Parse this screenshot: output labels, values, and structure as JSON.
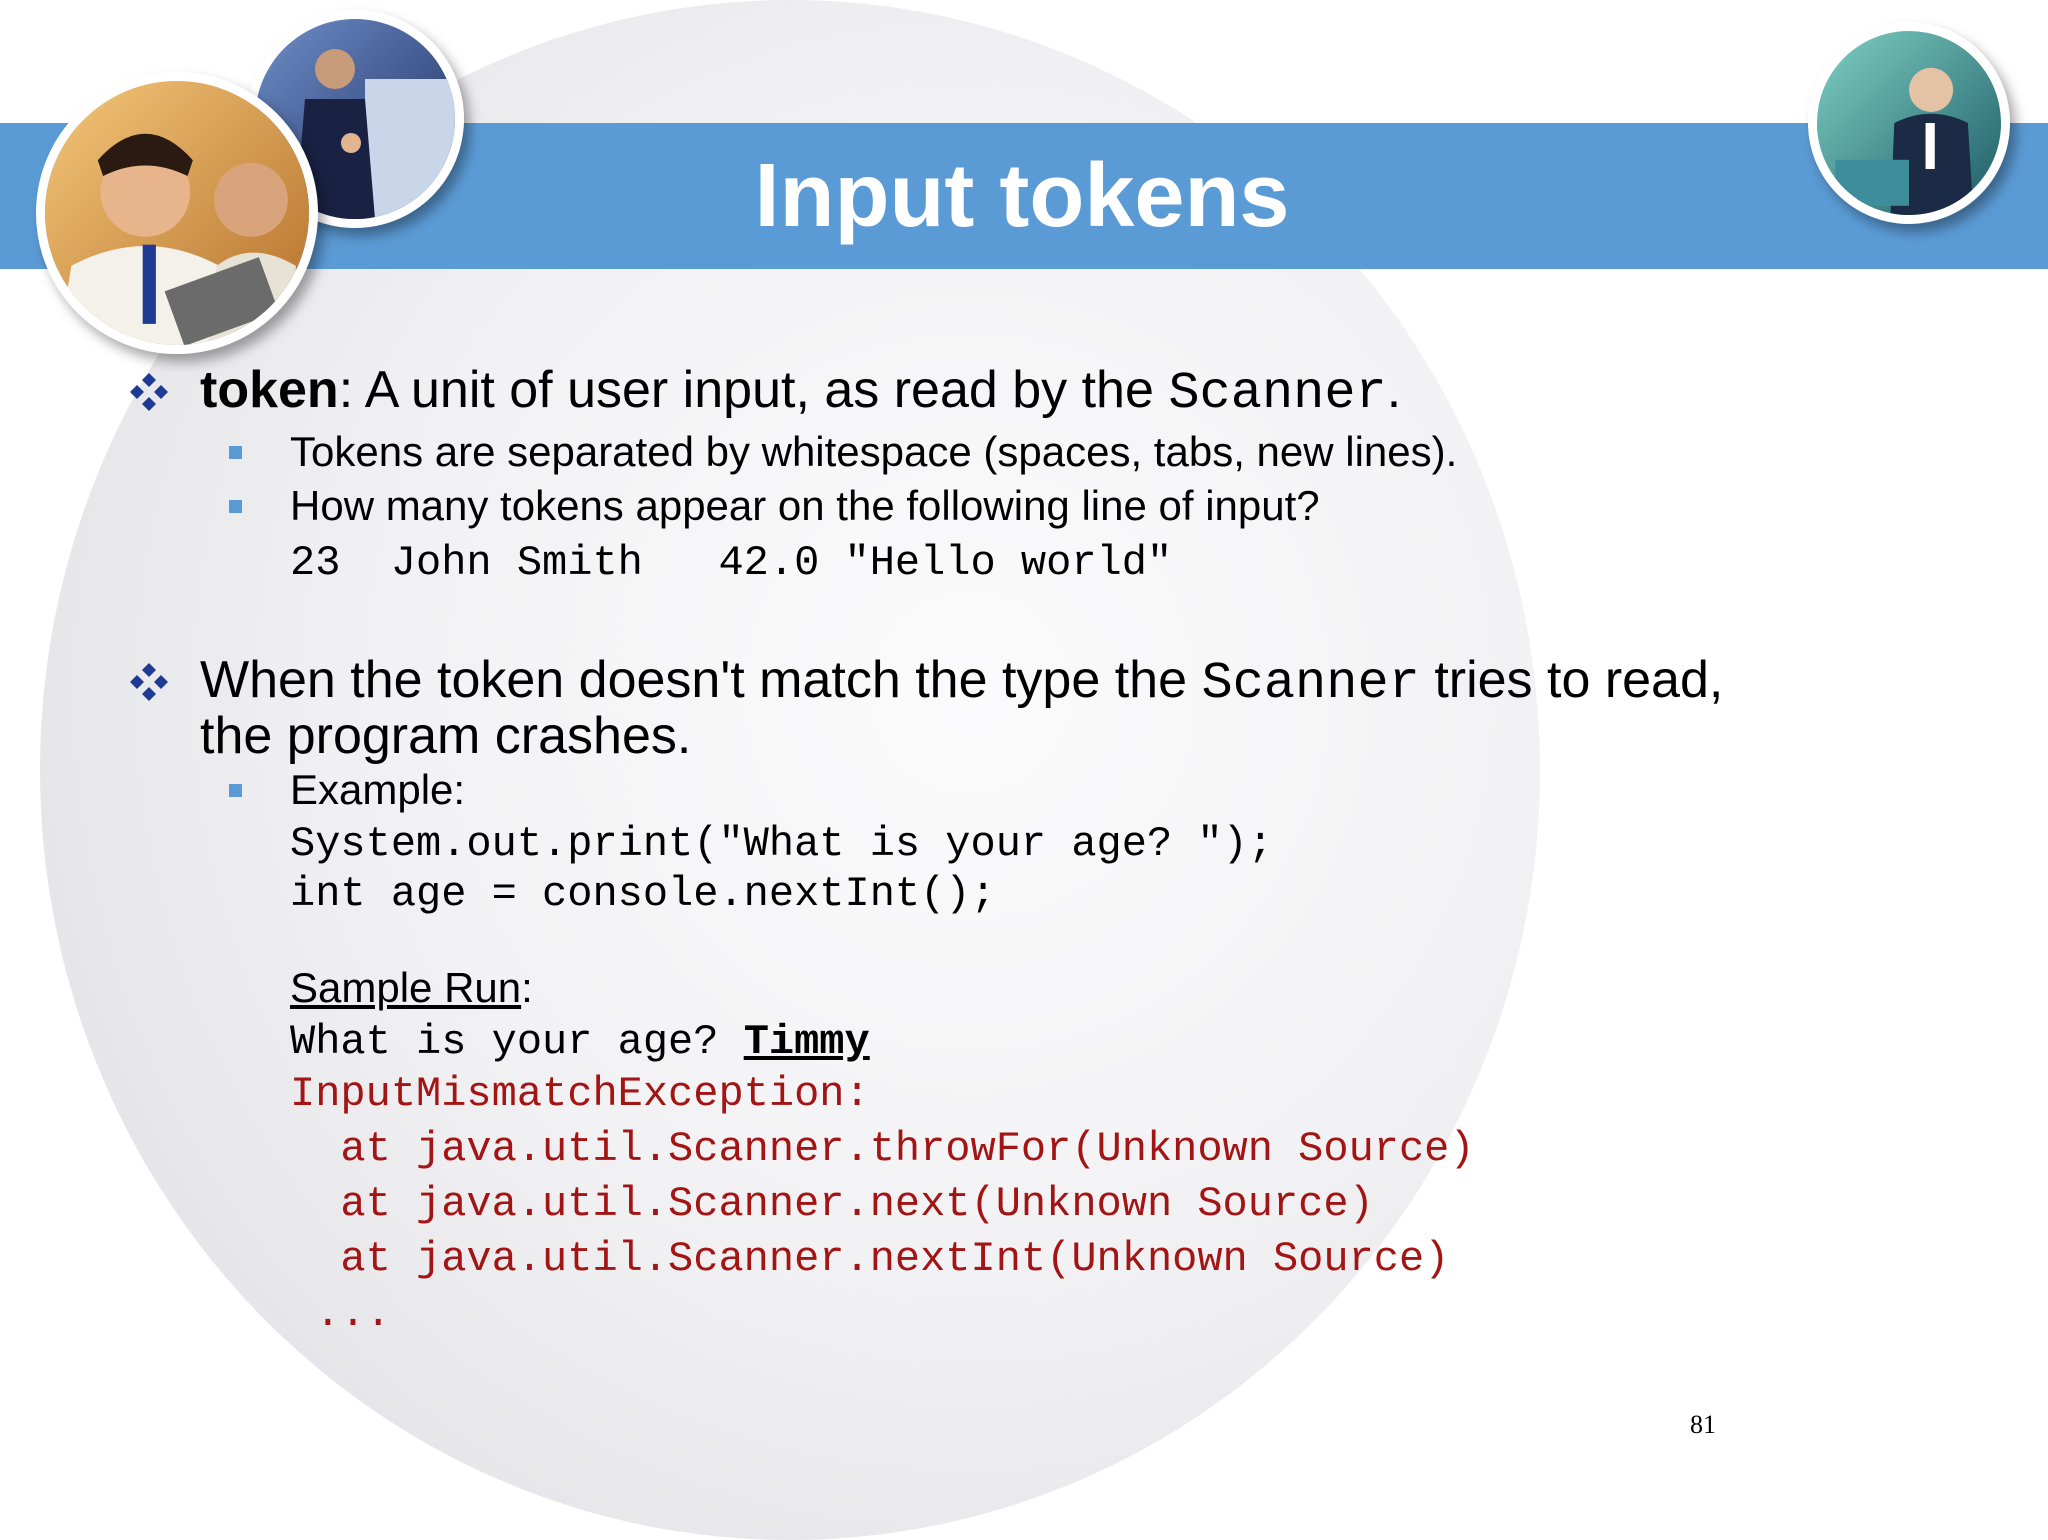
{
  "slide": {
    "title": "Input tokens",
    "page_number": "81"
  },
  "bullets": {
    "b1": {
      "term": "token",
      "rest": ": A unit of user input, as read by the ",
      "code": "Scanner",
      "end": "."
    },
    "b1_sub1": "Tokens are separated by whitespace (spaces, tabs, new lines).",
    "b1_sub2": "How many tokens appear on the following line of input?",
    "b1_code": "23  John Smith   42.0 \"Hello world\"",
    "b2": {
      "line1_start": "When the token doesn't match the type the ",
      "code": "Scanner",
      "line1_end": " tries to read,",
      "line2": "the program crashes."
    },
    "b2_sub1": "Example:",
    "code_lines": [
      "System.out.print(\"What is your age? \");",
      "int age = console.nextInt();"
    ],
    "sample_run_label": "Sample Run",
    "sample_run_colon": ":",
    "prompt_text": "What is your age? ",
    "user_input": "Timmy",
    "exception_lines": [
      "InputMismatchException:",
      "  at java.util.Scanner.throwFor(Unknown Source)",
      "  at java.util.Scanner.next(Unknown Source)",
      "  at java.util.Scanner.nextInt(Unknown Source)",
      " ..."
    ]
  },
  "colors": {
    "title_bar": "#5b9bd5",
    "bullet_diamond": "#1f3a93",
    "sub_bullet": "#5b9bd5",
    "exception_text": "#a31515"
  },
  "icons": {
    "bullet": "four-diamond-bullet-icon",
    "sub_bullet": "square-bullet-icon"
  }
}
